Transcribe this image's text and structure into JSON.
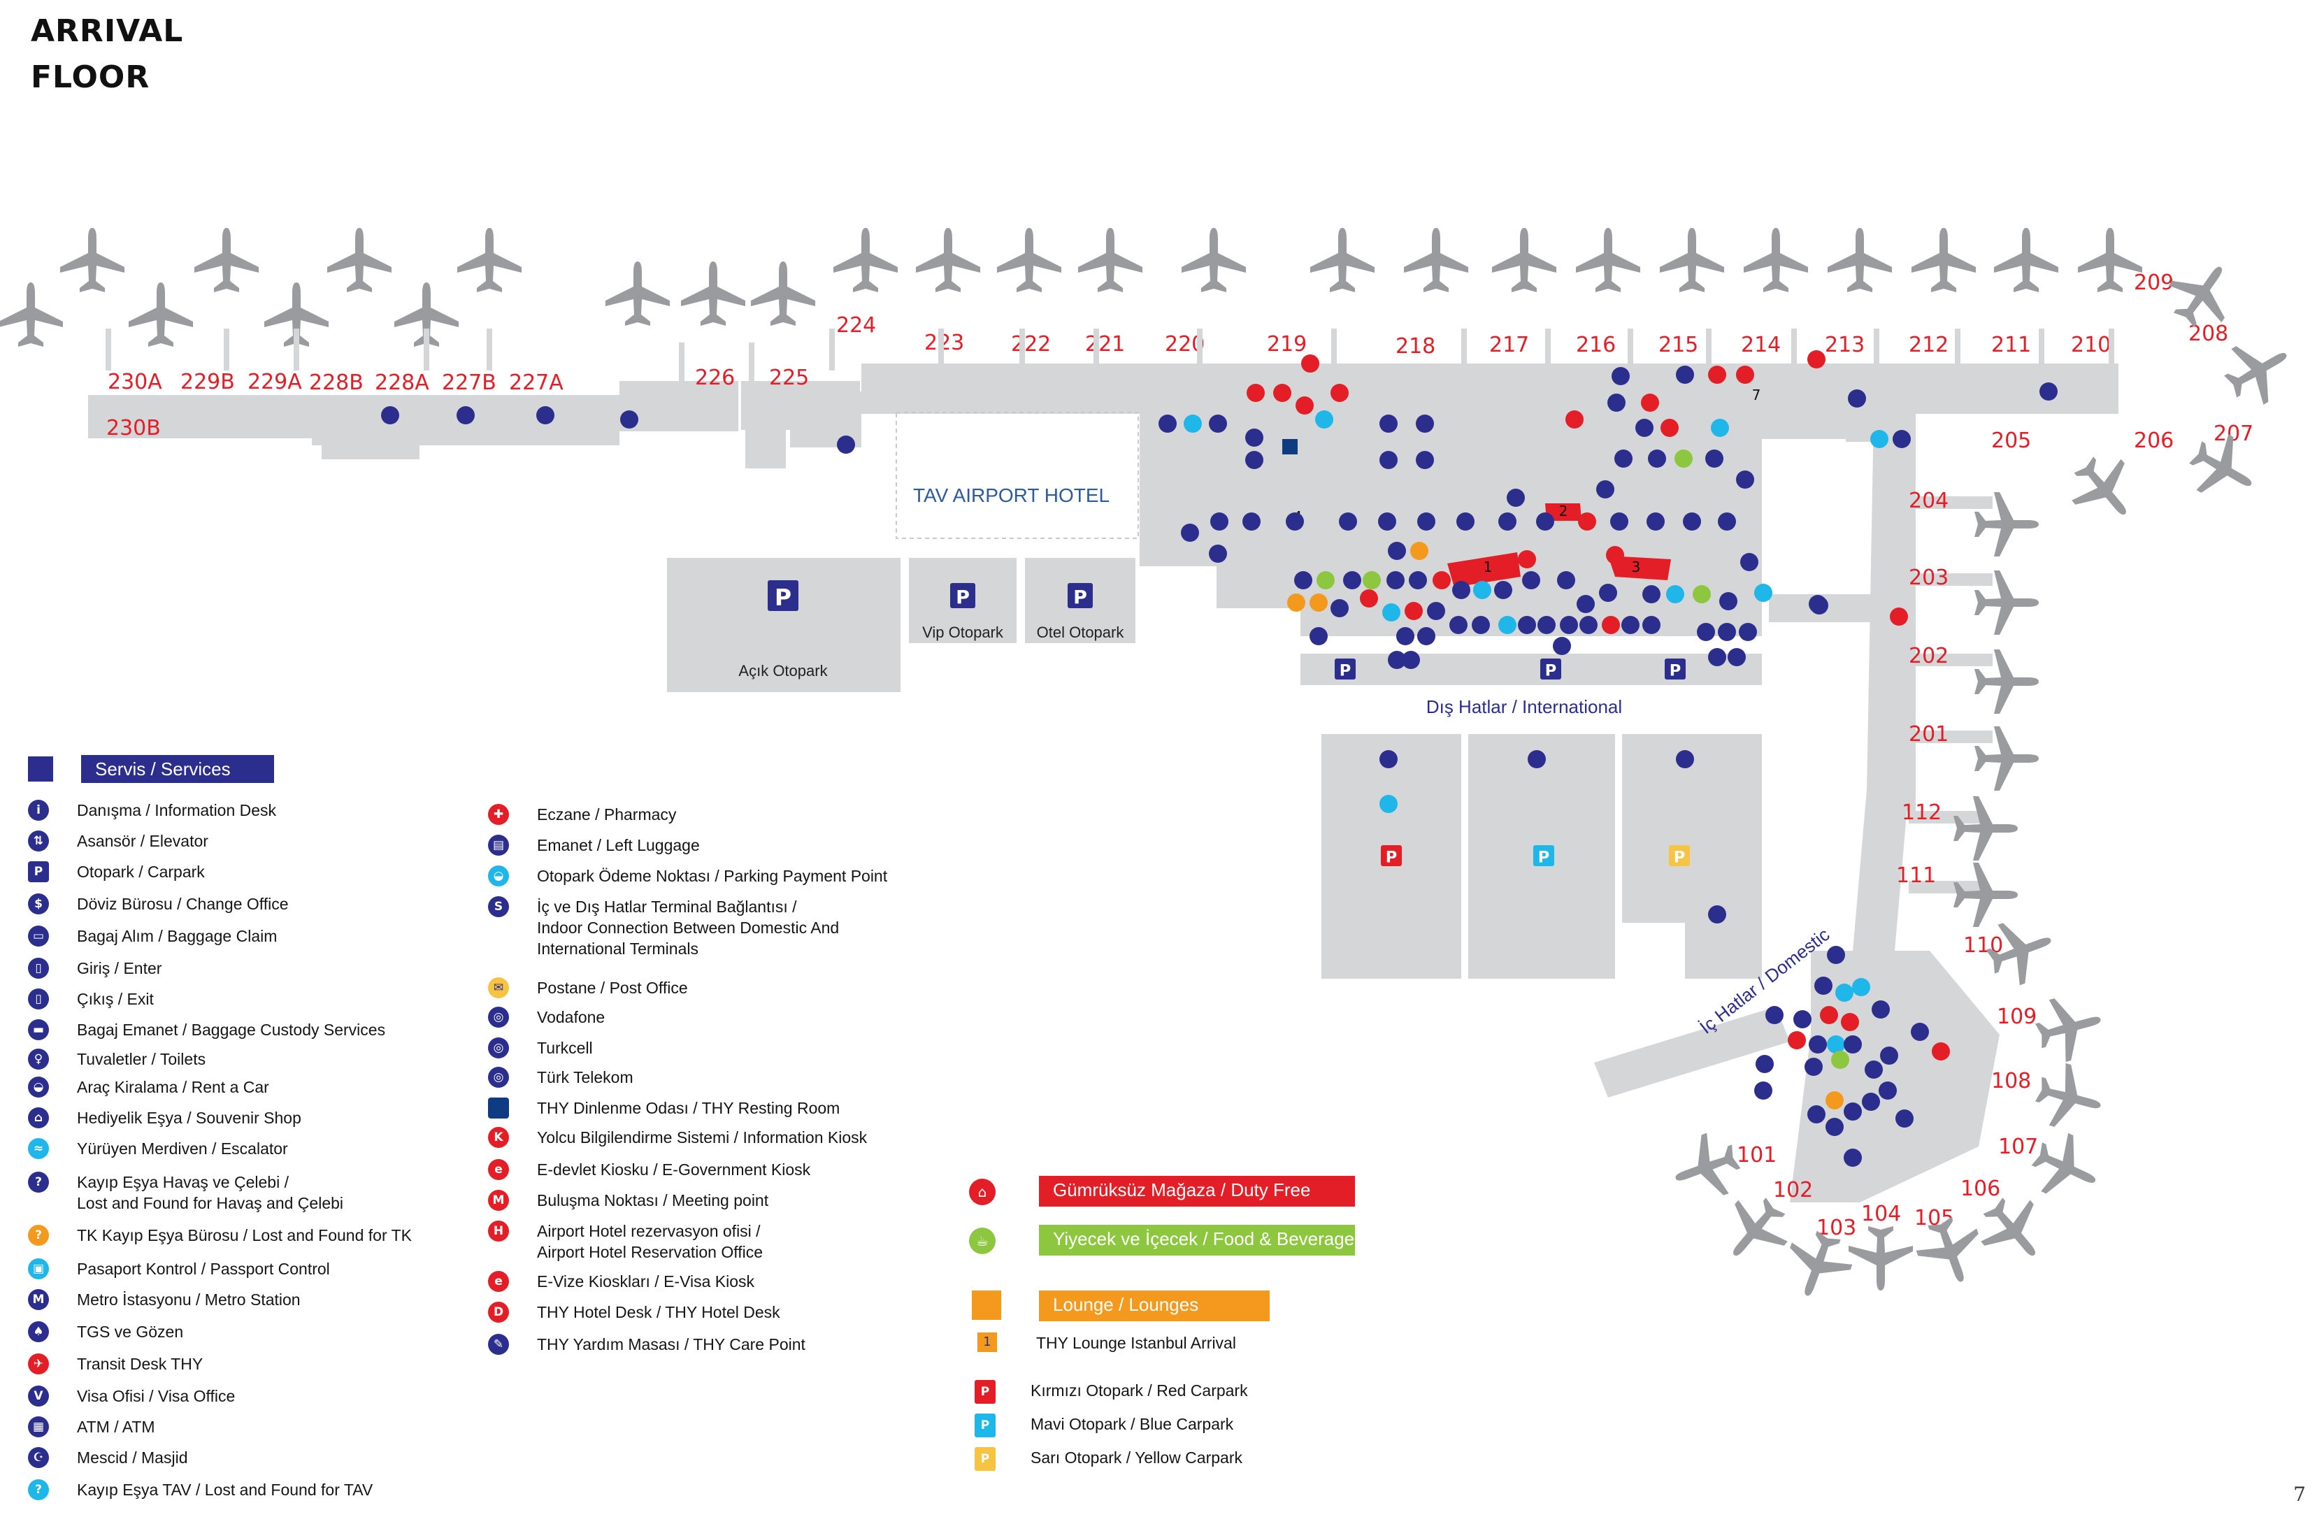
{
  "title": {
    "line1": "ARRIVAL",
    "line2": "FLOOR"
  },
  "page_number": "7",
  "colors": {
    "navy": "#2b2e8c",
    "red": "#e41e26",
    "cyan": "#1fb7ea",
    "orange": "#f39a1e",
    "green": "#8dc63f",
    "yellow": "#f6c343",
    "terminal": "#d5d6d8",
    "plane": "#9a9b9e",
    "gate_label": "#e41e26"
  },
  "gates": [
    {
      "label": "230A"
    },
    {
      "label": "230B"
    },
    {
      "label": "229B"
    },
    {
      "label": "229A"
    },
    {
      "label": "228B"
    },
    {
      "label": "228A"
    },
    {
      "label": "227B"
    },
    {
      "label": "227A"
    },
    {
      "label": "226"
    },
    {
      "label": "225"
    },
    {
      "label": "224"
    },
    {
      "label": "223"
    },
    {
      "label": "222"
    },
    {
      "label": "221"
    },
    {
      "label": "220"
    },
    {
      "label": "219"
    },
    {
      "label": "218"
    },
    {
      "label": "217"
    },
    {
      "label": "216"
    },
    {
      "label": "215"
    },
    {
      "label": "214"
    },
    {
      "label": "213"
    },
    {
      "label": "212"
    },
    {
      "label": "211"
    },
    {
      "label": "210"
    },
    {
      "label": "209"
    },
    {
      "label": "208"
    },
    {
      "label": "207"
    },
    {
      "label": "206"
    },
    {
      "label": "205"
    },
    {
      "label": "204"
    },
    {
      "label": "203"
    },
    {
      "label": "202"
    },
    {
      "label": "201"
    },
    {
      "label": "112"
    },
    {
      "label": "111"
    },
    {
      "label": "110"
    },
    {
      "label": "109"
    },
    {
      "label": "108"
    },
    {
      "label": "107"
    },
    {
      "label": "106"
    },
    {
      "label": "105"
    },
    {
      "label": "104"
    },
    {
      "label": "103"
    },
    {
      "label": "102"
    },
    {
      "label": "101"
    }
  ],
  "areas": {
    "hotel": "TAV AIRPORT HOTEL",
    "acik_otopark": "Açık Otopark",
    "vip_otopark": "Vip Otopark",
    "otel_otopark": "Otel Otopark",
    "international": "Dış Hatlar / International",
    "domestic": "İç Hatlar / Domestic",
    "parking_letter": "P"
  },
  "zone_numbers": [
    "1",
    "2",
    "3",
    "4",
    "7"
  ],
  "legend_left": {
    "header": "Servis / Services",
    "items": [
      {
        "icon": "i",
        "color": "navy",
        "text": "Danışma / Information Desk",
        "name": "information-desk-icon"
      },
      {
        "icon": "⇅",
        "color": "navy",
        "text": "Asansör / Elevator",
        "name": "elevator-icon"
      },
      {
        "icon": "P",
        "color": "navy",
        "text": "Otopark / Carpark",
        "name": "carpark-icon",
        "shape": "sq"
      },
      {
        "icon": "$",
        "color": "navy",
        "text": "Döviz Bürosu / Change Office",
        "name": "change-office-icon"
      },
      {
        "icon": "▭",
        "color": "navy",
        "text": "Bagaj Alım / Baggage Claim",
        "name": "baggage-claim-icon"
      },
      {
        "icon": "▯",
        "color": "navy",
        "text": "Giriş / Enter",
        "name": "enter-icon"
      },
      {
        "icon": "▯",
        "color": "navy",
        "text": "Çıkış / Exit",
        "name": "exit-icon"
      },
      {
        "icon": "▬",
        "color": "navy",
        "text": "Bagaj Emanet / Baggage Custody Services",
        "name": "baggage-custody-icon"
      },
      {
        "icon": "♀",
        "color": "navy",
        "text": "Tuvaletler / Toilets",
        "name": "toilets-icon"
      },
      {
        "icon": "◒",
        "color": "navy",
        "text": "Araç Kiralama / Rent a Car",
        "name": "rent-a-car-icon"
      },
      {
        "icon": "⌂",
        "color": "navy",
        "text": "Hediyelik Eşya / Souvenir Shop",
        "name": "souvenir-shop-icon"
      },
      {
        "icon": "≈",
        "color": "cyan",
        "text": "Yürüyen Merdiven / Escalator",
        "name": "escalator-icon"
      },
      {
        "icon": "?",
        "color": "navy",
        "text": "Kayıp Eşya Havaş ve Çelebi /",
        "text2": "Lost and Found for Havaş and Çelebi",
        "name": "lost-found-havas-icon"
      },
      {
        "icon": "?",
        "color": "orange",
        "text": "TK Kayıp Eşya Bürosu / Lost and Found for TK",
        "name": "lost-found-tk-icon"
      },
      {
        "icon": "▣",
        "color": "cyan",
        "text": "Pasaport Kontrol / Passport Control",
        "name": "passport-control-icon"
      },
      {
        "icon": "M",
        "color": "navy",
        "text": "Metro İstasyonu / Metro Station",
        "name": "metro-station-icon"
      },
      {
        "icon": "♠",
        "color": "navy",
        "text": "TGS ve Gözen",
        "name": "tgs-gozen-icon"
      },
      {
        "icon": "✈",
        "color": "red",
        "text": "Transit Desk THY",
        "name": "transit-desk-icon"
      },
      {
        "icon": "V",
        "color": "navy",
        "text": "Visa Ofisi / Visa Office",
        "name": "visa-office-icon"
      },
      {
        "icon": "▦",
        "color": "navy",
        "text": "ATM / ATM",
        "name": "atm-icon"
      },
      {
        "icon": "☪",
        "color": "navy",
        "text": "Mescid / Masjid",
        "name": "masjid-icon"
      },
      {
        "icon": "?",
        "color": "cyan",
        "text": "Kayıp Eşya TAV / Lost and Found for TAV",
        "name": "lost-found-tav-icon"
      }
    ]
  },
  "legend_middle": {
    "items": [
      {
        "icon": "✚",
        "color": "red",
        "text": "Eczane / Pharmacy",
        "name": "pharmacy-icon"
      },
      {
        "icon": "▤",
        "color": "navy",
        "text": "Emanet / Left Luggage",
        "name": "left-luggage-icon"
      },
      {
        "icon": "◒",
        "color": "cyan",
        "text": "Otopark Ödeme Noktası / Parking Payment Point",
        "name": "parking-payment-icon"
      },
      {
        "icon": "S",
        "color": "navy",
        "text": "İç ve Dış Hatlar Terminal Bağlantısı /",
        "text2": "Indoor Connection Between Domestic And",
        "text3": "International Terminals",
        "name": "terminal-connection-icon"
      },
      {
        "icon": "✉",
        "color": "yellow",
        "text": "Postane / Post Office",
        "name": "post-office-icon"
      },
      {
        "icon": "◎",
        "color": "navy",
        "text": "Vodafone",
        "name": "vodafone-icon"
      },
      {
        "icon": "◎",
        "color": "navy",
        "text": "Turkcell",
        "name": "turkcell-icon"
      },
      {
        "icon": "◎",
        "color": "navy",
        "text": "Türk Telekom",
        "name": "turk-telekom-icon"
      },
      {
        "icon": "",
        "color": "dkblue",
        "text": "THY Dinlenme Odası / THY Resting Room",
        "name": "resting-room-icon",
        "shape": "sq"
      },
      {
        "icon": "K",
        "color": "red",
        "text": "Yolcu Bilgilendirme Sistemi / Information Kiosk",
        "name": "information-kiosk-icon"
      },
      {
        "icon": "e",
        "color": "red",
        "text": "E-devlet Kiosku / E-Government Kiosk",
        "name": "e-government-kiosk-icon"
      },
      {
        "icon": "M",
        "color": "red",
        "text": "Buluşma Noktası / Meeting point",
        "name": "meeting-point-icon"
      },
      {
        "icon": "H",
        "color": "red",
        "text": "Airport Hotel rezervasyon ofisi /",
        "text2": "Airport Hotel Reservation Office",
        "name": "hotel-reservation-icon"
      },
      {
        "icon": "e",
        "color": "red",
        "text": "E-Vize Kioskları / E-Visa Kiosk",
        "name": "e-visa-kiosk-icon"
      },
      {
        "icon": "D",
        "color": "red",
        "text": "THY Hotel Desk / THY Hotel Desk",
        "name": "thy-hotel-desk-icon"
      },
      {
        "icon": "✎",
        "color": "navy",
        "text": "THY Yardım Masası / THY Care Point",
        "name": "thy-care-point-icon"
      }
    ]
  },
  "legend_right": {
    "duty_free": "Gümrüksüz Mağaza / Duty Free",
    "food": "Yiyecek ve İçecek / Food & Beverage",
    "lounges": "Lounge / Lounges",
    "thy_lounge_num": "1",
    "thy_lounge": "THY Lounge Istanbul Arrival",
    "red_carpark": "Kırmızı Otopark / Red Carpark",
    "blue_carpark": "Mavi Otopark / Blue Carpark",
    "yellow_carpark": "Sarı Otopark / Yellow Carpark"
  }
}
